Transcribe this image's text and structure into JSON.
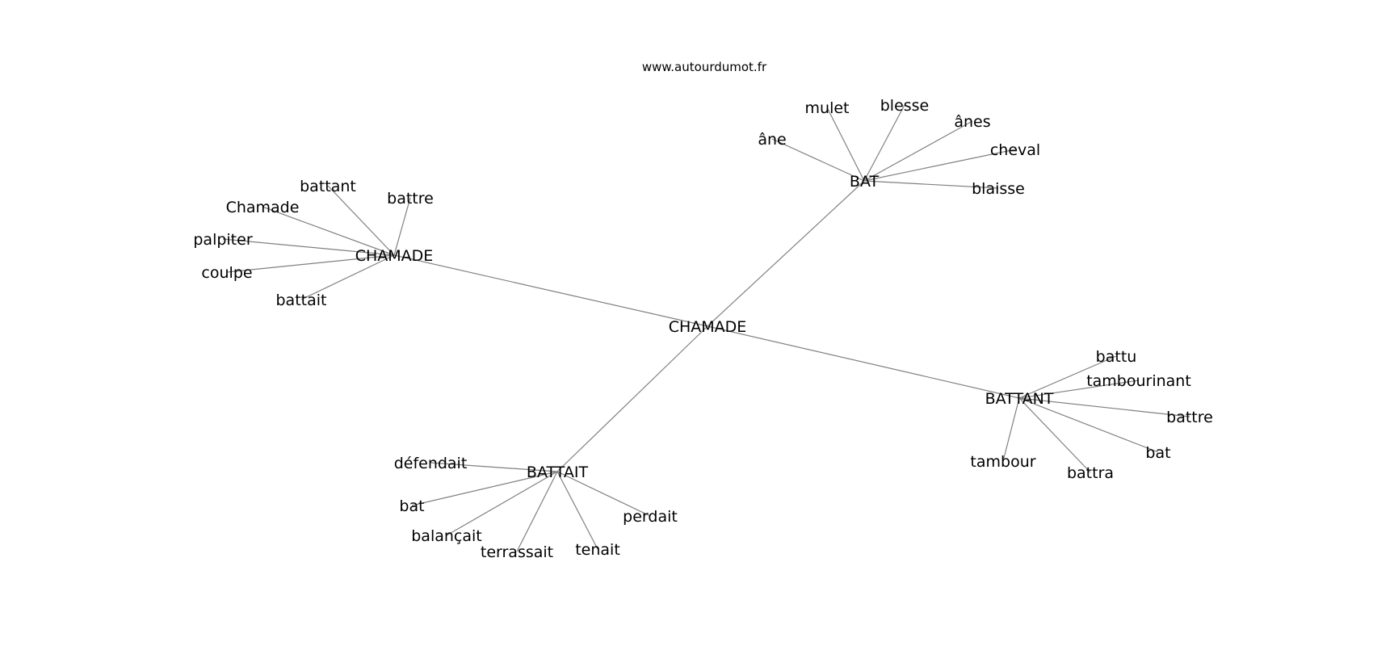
{
  "watermark": "www.autourdumot.fr",
  "edge_color": "#808080",
  "text_color": "#000000",
  "graph": {
    "center": {
      "id": "center",
      "label": "CHAMADE"
    },
    "hubs": [
      {
        "id": "chamade",
        "label": "CHAMADE",
        "leaves": [
          "battant",
          "battre",
          "Chamade",
          "palpiter",
          "coulpe",
          "battait"
        ]
      },
      {
        "id": "bat",
        "label": "BAT",
        "leaves": [
          "âne",
          "mulet",
          "blesse",
          "ânes",
          "cheval",
          "blaisse"
        ]
      },
      {
        "id": "battant",
        "label": "BATTANT",
        "leaves": [
          "battu",
          "tambourinant",
          "battre",
          "bat",
          "battra",
          "tambour"
        ]
      },
      {
        "id": "battait",
        "label": "BATTAIT",
        "leaves": [
          "défendait",
          "bat",
          "balançait",
          "terrassait",
          "tenait",
          "perdait"
        ]
      }
    ]
  }
}
